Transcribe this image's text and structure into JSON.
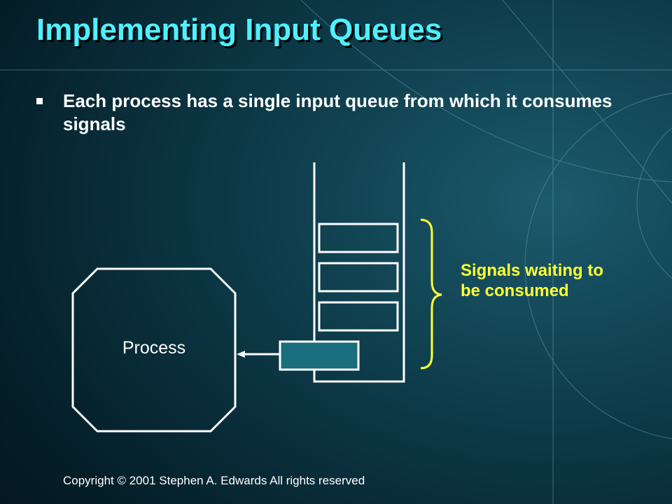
{
  "slide": {
    "title": "Implementing Input Queues",
    "bullet": "Each process has a single input queue from which it consumes signals",
    "copyright": "Copyright © 2001 Stephen A. Edwards All rights reserved"
  },
  "diagram": {
    "process_label": "Process",
    "callout_text": "Signals waiting to be consumed",
    "queued_signals": 3,
    "colors": {
      "title": "#4ff0ff",
      "callout": "#ffff33",
      "lines": "#ffffff",
      "dequeued_signal_fill": "#1a6e7e"
    }
  }
}
